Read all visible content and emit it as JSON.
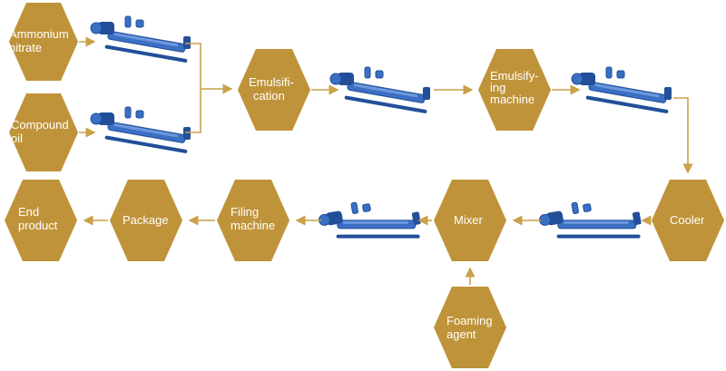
{
  "colors": {
    "node_fill": "#bf9339",
    "node_text": "#ffffff",
    "arrow": "#c9a14a",
    "pump_blue": "#3b6fc4"
  },
  "icons": {
    "pump": "screw-pump-icon"
  },
  "nodes": {
    "ammonium_nitrate": [
      "Ammonium",
      "nitrate"
    ],
    "compound_oil": [
      "Compound",
      "oil"
    ],
    "emulsification": [
      "Emulsifi-",
      "cation"
    ],
    "emulsifying_machine": [
      "Emulsify-",
      "ing",
      "machine"
    ],
    "cooler": [
      "Cooler"
    ],
    "mixer": [
      "Mixer"
    ],
    "foaming_agent": [
      "Foaming",
      "agent"
    ],
    "filing_machine": [
      "Filing",
      "machine"
    ],
    "package": [
      "Package"
    ],
    "end_product": [
      "End",
      "product"
    ]
  }
}
